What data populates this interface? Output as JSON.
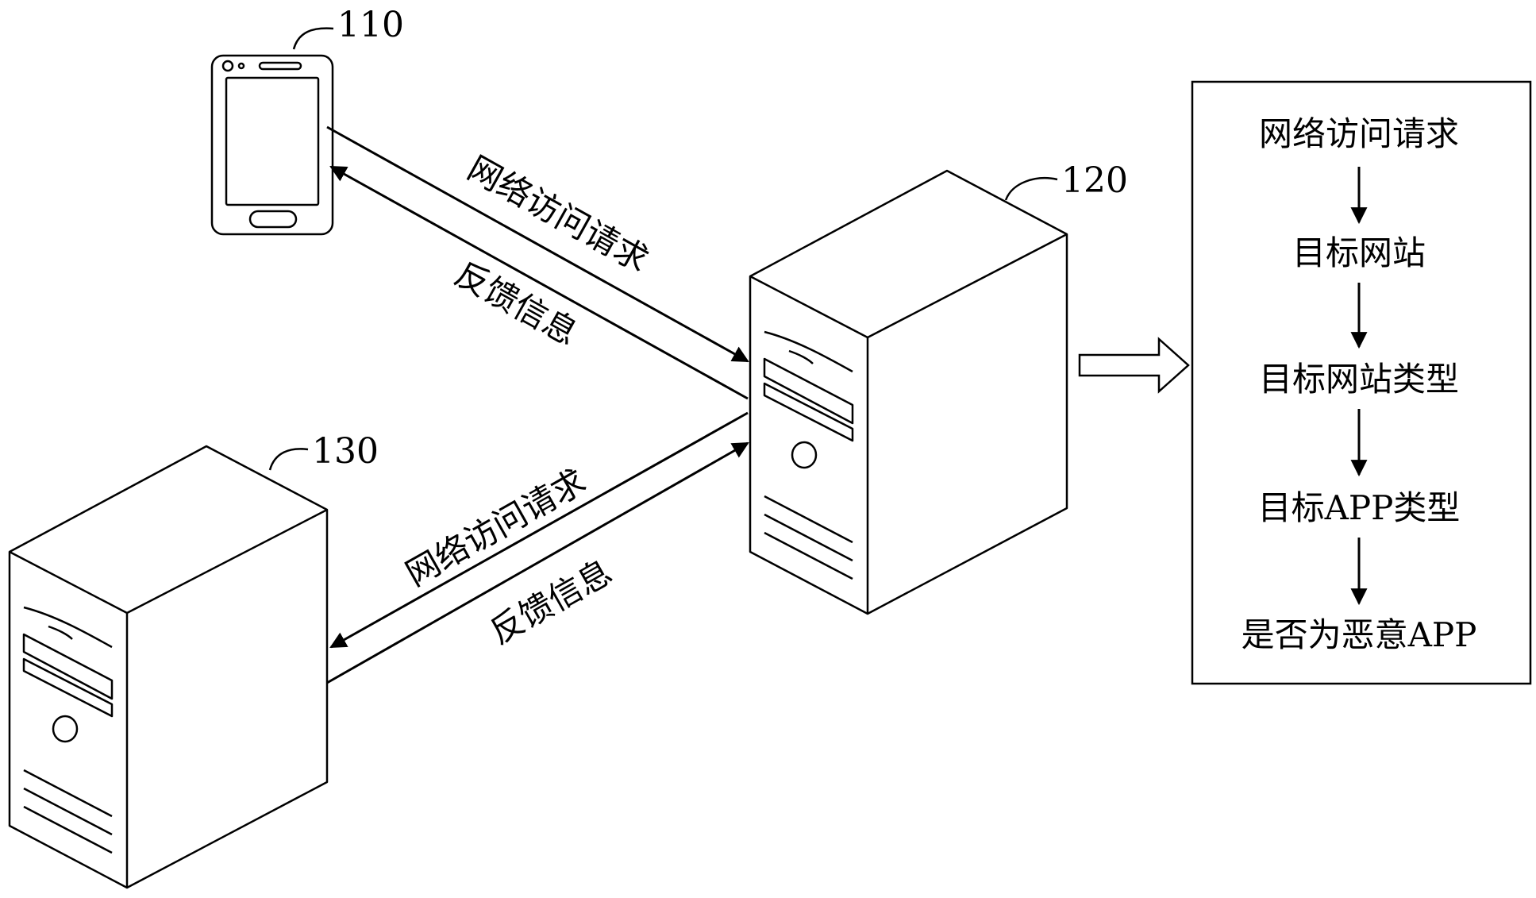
{
  "devices": {
    "phone": {
      "ref": "110"
    },
    "server_main": {
      "ref": "120"
    },
    "server_target": {
      "ref": "130"
    }
  },
  "edges": {
    "phone_request": "网络访问请求",
    "phone_feedback": "反馈信息",
    "target_request": "网络访问请求",
    "target_feedback": "反馈信息"
  },
  "flow": {
    "steps": [
      "网络访问请求",
      "目标网站",
      "目标网站类型",
      "目标APP类型",
      "是否为恶意APP"
    ]
  },
  "colors": {
    "stroke": "#000000",
    "background": "#ffffff"
  }
}
